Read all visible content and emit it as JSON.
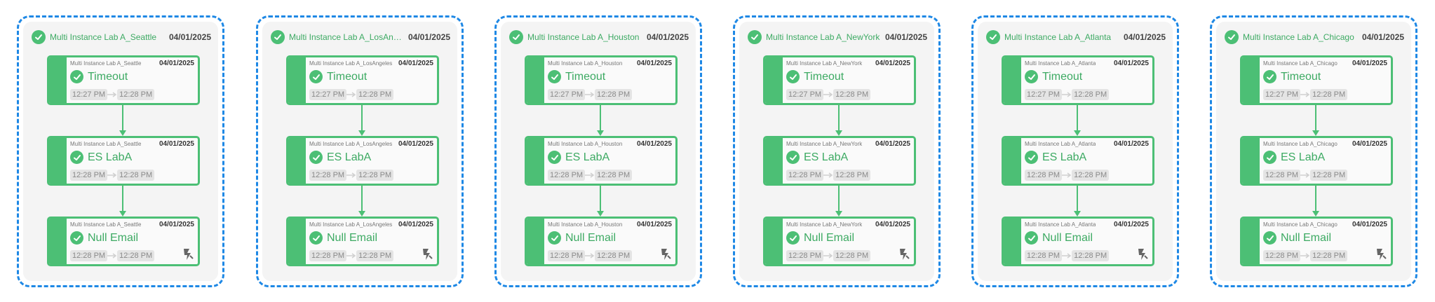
{
  "colors": {
    "accent": "#4cbf75",
    "group_border": "#1e88e5"
  },
  "groups": [
    {
      "title": "Multi Instance Lab A_Seattle",
      "date": "04/01/2025",
      "steps": [
        {
          "sub": "Multi Instance Lab A_Seattle",
          "date": "04/01/2025",
          "title": "Timeout",
          "start": "12:27 PM",
          "end": "12:28 PM"
        },
        {
          "sub": "Multi Instance Lab A_Seattle",
          "date": "04/01/2025",
          "title": "ES LabA",
          "start": "12:28 PM",
          "end": "12:28 PM"
        },
        {
          "sub": "Multi Instance Lab A_Seattle",
          "date": "04/01/2025",
          "title": "Null Email",
          "start": "12:28 PM",
          "end": "12:28 PM"
        }
      ]
    },
    {
      "title": "Multi Instance Lab A_LosAngeles",
      "date": "04/01/2025",
      "steps": [
        {
          "sub": "Multi Instance Lab A_LosAngeles",
          "date": "04/01/2025",
          "title": "Timeout",
          "start": "12:27 PM",
          "end": "12:28 PM"
        },
        {
          "sub": "Multi Instance Lab A_LosAngeles",
          "date": "04/01/2025",
          "title": "ES LabA",
          "start": "12:28 PM",
          "end": "12:28 PM"
        },
        {
          "sub": "Multi Instance Lab A_LosAngeles",
          "date": "04/01/2025",
          "title": "Null Email",
          "start": "12:28 PM",
          "end": "12:28 PM"
        }
      ]
    },
    {
      "title": "Multi Instance Lab A_Houston",
      "date": "04/01/2025",
      "steps": [
        {
          "sub": "Multi Instance Lab A_Houston",
          "date": "04/01/2025",
          "title": "Timeout",
          "start": "12:27 PM",
          "end": "12:28 PM"
        },
        {
          "sub": "Multi Instance Lab A_Houston",
          "date": "04/01/2025",
          "title": "ES LabA",
          "start": "12:28 PM",
          "end": "12:28 PM"
        },
        {
          "sub": "Multi Instance Lab A_Houston",
          "date": "04/01/2025",
          "title": "Null Email",
          "start": "12:28 PM",
          "end": "12:28 PM"
        }
      ]
    },
    {
      "title": "Multi Instance Lab A_NewYork",
      "date": "04/01/2025",
      "steps": [
        {
          "sub": "Multi Instance Lab A_NewYork",
          "date": "04/01/2025",
          "title": "Timeout",
          "start": "12:27 PM",
          "end": "12:28 PM"
        },
        {
          "sub": "Multi Instance Lab A_NewYork",
          "date": "04/01/2025",
          "title": "ES LabA",
          "start": "12:28 PM",
          "end": "12:28 PM"
        },
        {
          "sub": "Multi Instance Lab A_NewYork",
          "date": "04/01/2025",
          "title": "Null Email",
          "start": "12:28 PM",
          "end": "12:28 PM"
        }
      ]
    },
    {
      "title": "Multi Instance Lab A_Atlanta",
      "date": "04/01/2025",
      "steps": [
        {
          "sub": "Multi Instance Lab A_Atlanta",
          "date": "04/01/2025",
          "title": "Timeout",
          "start": "12:27 PM",
          "end": "12:28 PM"
        },
        {
          "sub": "Multi Instance Lab A_Atlanta",
          "date": "04/01/2025",
          "title": "ES LabA",
          "start": "12:28 PM",
          "end": "12:28 PM"
        },
        {
          "sub": "Multi Instance Lab A_Atlanta",
          "date": "04/01/2025",
          "title": "Null Email",
          "start": "12:28 PM",
          "end": "12:28 PM"
        }
      ]
    },
    {
      "title": "Multi Instance Lab A_Chicago",
      "date": "04/01/2025",
      "steps": [
        {
          "sub": "Multi Instance Lab A_Chicago",
          "date": "04/01/2025",
          "title": "Timeout",
          "start": "12:27 PM",
          "end": "12:28 PM"
        },
        {
          "sub": "Multi Instance Lab A_Chicago",
          "date": "04/01/2025",
          "title": "ES LabA",
          "start": "12:28 PM",
          "end": "12:28 PM"
        },
        {
          "sub": "Multi Instance Lab A_Chicago",
          "date": "04/01/2025",
          "title": "Null Email",
          "start": "12:28 PM",
          "end": "12:28 PM"
        }
      ]
    }
  ],
  "icons": {
    "check": "check-circle-icon",
    "arrow": "arrow-right-icon",
    "bolt": "lightning-bolt-icon"
  }
}
